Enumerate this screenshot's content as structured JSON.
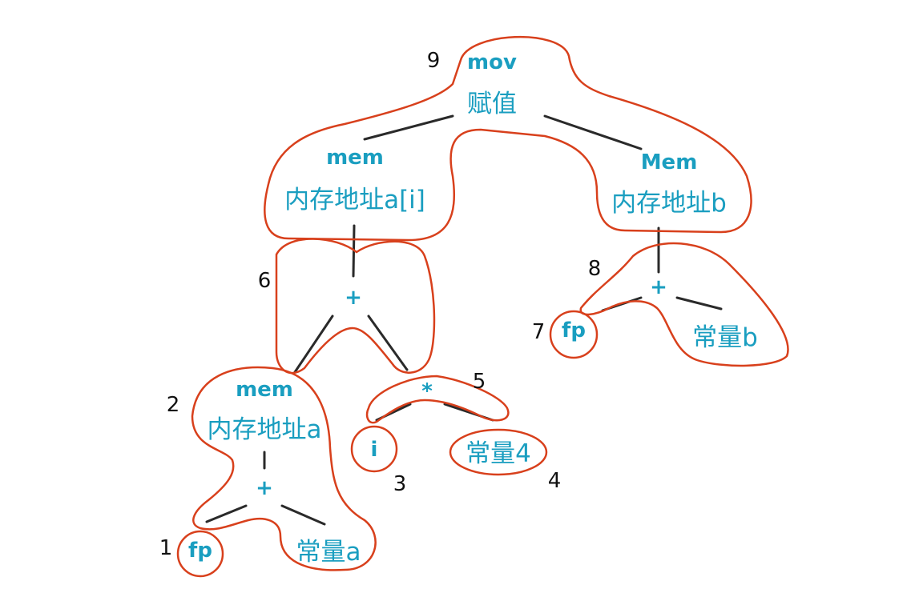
{
  "colors": {
    "node_text": "#1a9ec0",
    "outline": "#d8401c",
    "edge": "#2a2a2a"
  },
  "nodes": {
    "root_op": "mov",
    "root_desc": "赋值",
    "left_op": "mem",
    "left_desc": "内存地址a[i]",
    "right_op": "Mem",
    "right_desc": "内存地址b",
    "plus_mid": "+",
    "plus_right": "+",
    "fp_right": "fp",
    "const_b": "常量b",
    "mem_a_op": "mem",
    "mem_a_desc": "内存地址a",
    "mul": "*",
    "i": "i",
    "const_4": "常量4",
    "plus_left": "+",
    "fp_left": "fp",
    "const_a": "常量a"
  },
  "labels": {
    "n1": "1",
    "n2": "2",
    "n3": "3",
    "n4": "4",
    "n5": "5",
    "n6": "6",
    "n7": "7",
    "n8": "8",
    "n9": "9"
  }
}
